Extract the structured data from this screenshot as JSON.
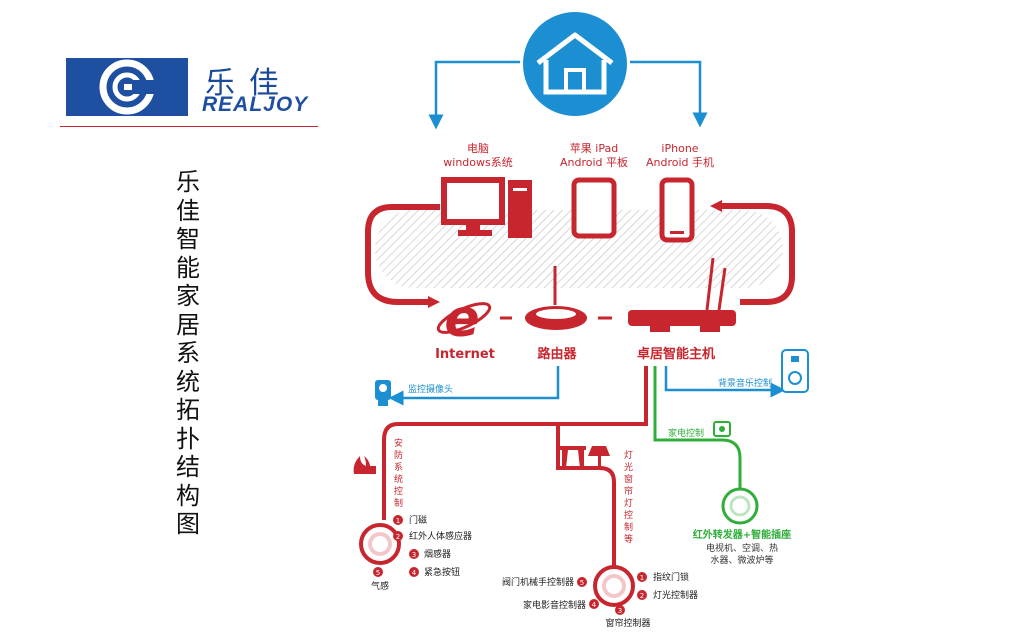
{
  "logo": {
    "cn": "乐佳",
    "en": "REALJOY"
  },
  "title": "乐佳智能家居系统拓扑结构图",
  "devices": {
    "pc": {
      "line1": "电脑",
      "line2": "windows系统"
    },
    "ipad": {
      "line1": "苹果 iPad",
      "line2": "Android 平板"
    },
    "iphone": {
      "line1": "iPhone",
      "line2": "Android 手机"
    }
  },
  "nodes": {
    "internet": "Internet",
    "router": "路由器",
    "host": "卓居智能主机"
  },
  "camera": "监控摄像头",
  "music": "背景音乐控制",
  "appliance": "家电控制",
  "ir": {
    "title": "红外转发器+智能插座",
    "desc1": "电视机、空调、热",
    "desc2": "水器、微波炉等"
  },
  "security": {
    "label": [
      "安",
      "防",
      "系",
      "统",
      "控",
      "制"
    ],
    "items": [
      {
        "num": "1",
        "text": "门磁"
      },
      {
        "num": "2",
        "text": "红外人体感应器"
      },
      {
        "num": "3",
        "text": "烟感器"
      },
      {
        "num": "4",
        "text": "紧急按钮"
      },
      {
        "num": "5",
        "text": "气感"
      }
    ]
  },
  "lighting": {
    "label": [
      "灯",
      "光",
      "窗",
      "帘",
      "灯",
      "控",
      "制",
      "等"
    ],
    "items": [
      {
        "num": "1",
        "text": "指纹门锁"
      },
      {
        "num": "2",
        "text": "灯光控制器"
      },
      {
        "num": "3",
        "text": "窗帘控制器"
      },
      {
        "num": "4",
        "text": "家电影音控制器"
      },
      {
        "num": "5",
        "text": "阀门机械手控制器"
      }
    ]
  },
  "colors": {
    "red": "#c8262e",
    "blue": "#1b8fd1",
    "green": "#2fae3a",
    "navy": "#1e4fa1"
  }
}
